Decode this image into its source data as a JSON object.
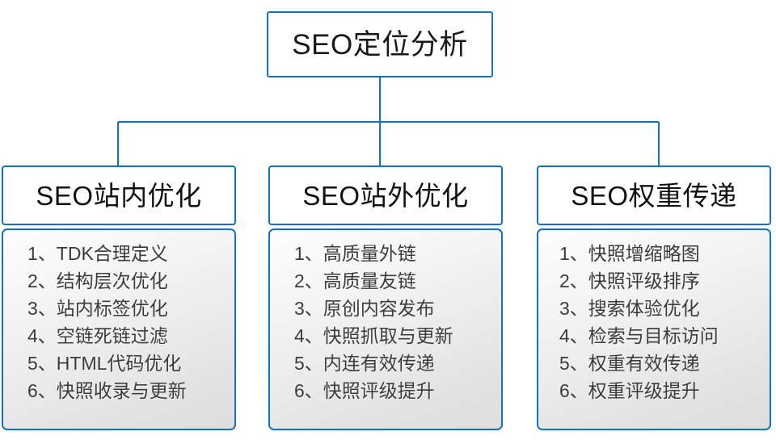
{
  "diagram": {
    "type": "organization-tree",
    "accent_color": "#1272c4",
    "text_color": "#333333",
    "panel_fill_top": "#fdfdfd",
    "panel_fill_bottom": "#dedede",
    "root": {
      "title": "SEO定位分析"
    },
    "branches": [
      {
        "title": "SEO站内优化",
        "items": [
          "1、TDK合理定义",
          "2、结构层次优化",
          "3、站内标签优化",
          "4、空链死链过滤",
          "5、HTML代码优化",
          "6、快照收录与更新"
        ]
      },
      {
        "title": "SEO站外优化",
        "items": [
          "1、高质量外链",
          "2、高质量友链",
          "3、原创内容发布",
          "4、快照抓取与更新",
          "5、内连有效传递",
          "6、快照评级提升"
        ]
      },
      {
        "title": "SEO权重传递",
        "items": [
          "1、快照增缩略图",
          "2、快照评级排序",
          "3、搜索体验优化",
          "4、检索与目标访问",
          "5、权重有效传递",
          "6、权重评级提升"
        ]
      }
    ]
  }
}
